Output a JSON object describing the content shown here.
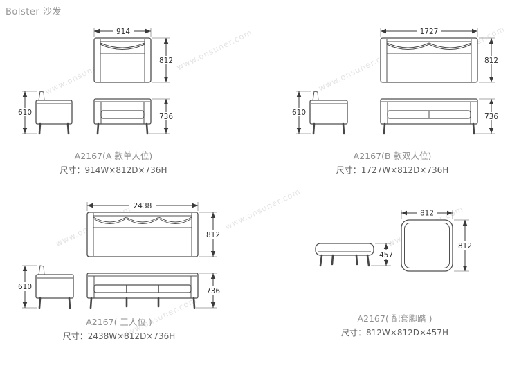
{
  "page": {
    "title": "Bolster 沙发"
  },
  "watermark": {
    "text": "www.onsuner.com"
  },
  "panels": {
    "a": {
      "caption": "A2167(A 款单人位)",
      "size": "尺寸：914W×812D×736H",
      "dims": {
        "width": "914",
        "depth": "812",
        "side_height": "610",
        "height": "736"
      }
    },
    "b": {
      "caption": "A2167(B 款双人位)",
      "size": "尺寸：1727W×812D×736H",
      "dims": {
        "width": "1727",
        "depth": "812",
        "side_height": "610",
        "height": "736"
      }
    },
    "c": {
      "caption": "A2167( 三人位 )",
      "size": "尺寸：2438W×812D×736H",
      "dims": {
        "width": "2438",
        "depth": "812",
        "side_height": "610",
        "height": "736"
      }
    },
    "d": {
      "caption": "A2167( 配套脚踏 )",
      "size": "尺寸：812W×812D×457H",
      "dims": {
        "width": "812",
        "depth": "812",
        "height": "457"
      }
    }
  }
}
